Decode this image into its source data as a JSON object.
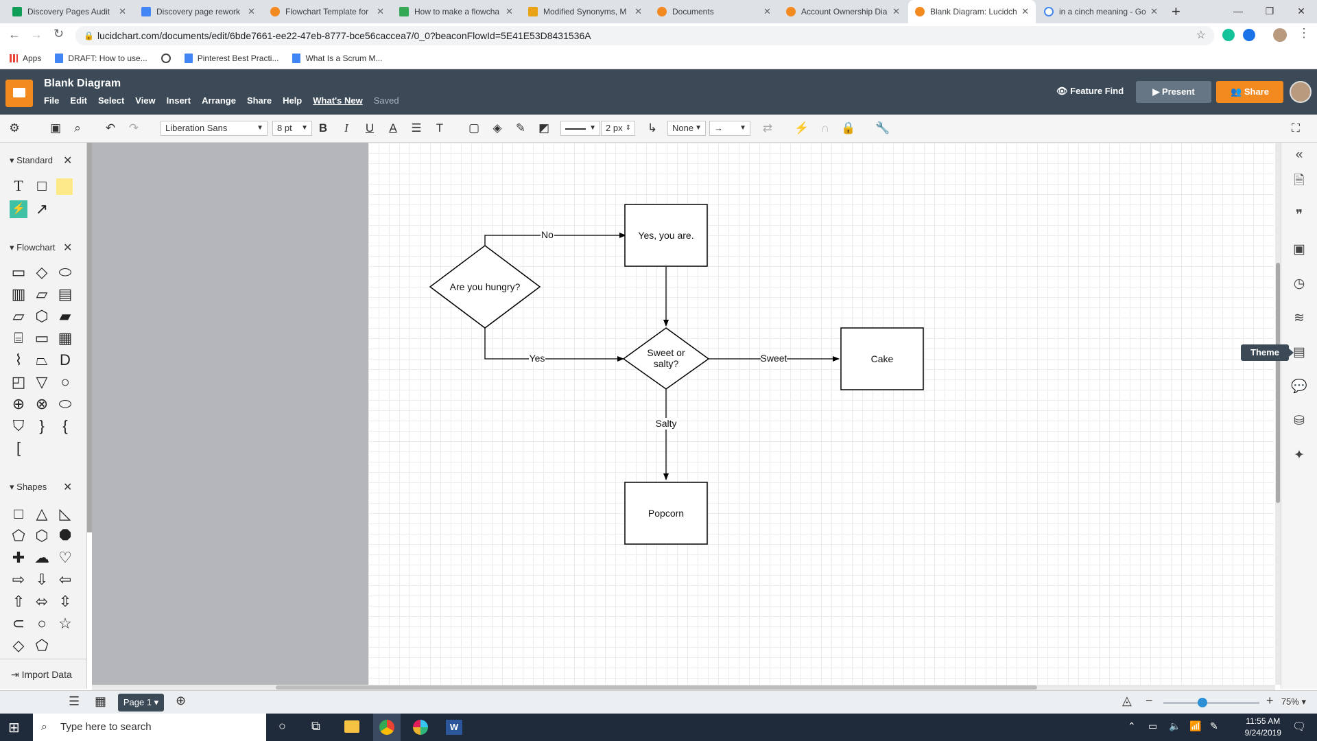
{
  "browser": {
    "tabs": [
      {
        "title": "Discovery Pages Audit",
        "icon_color": "#0f9d58",
        "active": false
      },
      {
        "title": "Discovery page rework",
        "icon_color": "#4285f4",
        "active": false
      },
      {
        "title": "Flowchart Template for",
        "icon_color": "#f28a1f",
        "active": false
      },
      {
        "title": "How to make a flowcha",
        "icon_color": "#34a853",
        "active": false
      },
      {
        "title": "Modified Synonyms, M",
        "icon_color": "#e8a317",
        "active": false
      },
      {
        "title": "Documents",
        "icon_color": "#f28a1f",
        "active": false
      },
      {
        "title": "Account Ownership Dia",
        "icon_color": "#f28a1f",
        "active": false
      },
      {
        "title": "Blank Diagram: Lucidch",
        "icon_color": "#f28a1f",
        "active": true
      },
      {
        "title": "in a cinch meaning - Go",
        "icon_color": "#4285f4",
        "active": false
      }
    ],
    "url": "lucidchart.com/documents/edit/6bde7661-ee22-47eb-8777-bce56caccea7/0_0?beaconFlowId=5E41E53D8431536A",
    "bookmarks": [
      "Apps",
      "DRAFT: How to use...",
      "",
      "Pinterest Best Practi...",
      "What Is a Scrum M..."
    ]
  },
  "app": {
    "doc_title": "Blank Diagram",
    "menus": [
      "File",
      "Edit",
      "Select",
      "View",
      "Insert",
      "Arrange",
      "Share",
      "Help",
      "What's New"
    ],
    "saved_status": "Saved",
    "feature_find": "Feature Find",
    "present": "Present",
    "share": "Share"
  },
  "toolbar": {
    "font": "Liberation Sans",
    "font_size": "8 pt",
    "line_width": "2 px",
    "arrow_start": "None"
  },
  "left_panel": {
    "sections": [
      "Standard",
      "Flowchart",
      "Shapes"
    ],
    "import_data": "Import Data"
  },
  "right_rail": {
    "tooltip": "Theme"
  },
  "diagram": {
    "nodes": {
      "hungry": "Are you hungry?",
      "yes_you_are": "Yes, you are.",
      "sweet_or_salty_1": "Sweet or",
      "sweet_or_salty_2": "salty?",
      "cake": "Cake",
      "popcorn": "Popcorn"
    },
    "edges": {
      "no": "No",
      "yes": "Yes",
      "sweet": "Sweet",
      "salty": "Salty"
    }
  },
  "bottom_bar": {
    "page": "Page 1",
    "zoom": "75%"
  },
  "taskbar": {
    "search_placeholder": "Type here to search",
    "time": "11:55 AM",
    "date": "9/24/2019"
  }
}
